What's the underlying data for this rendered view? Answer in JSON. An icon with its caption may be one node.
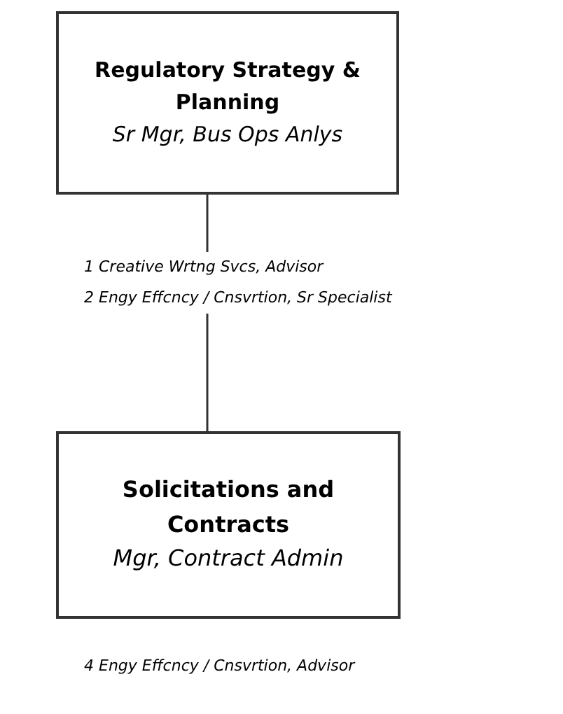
{
  "diagram": {
    "nodes": [
      {
        "text": [
          "Regulatory Strategy & Planning",
          "Sr Mgr, Bus Ops Anlys"
        ],
        "beside": [
          "1 Creative Wrtng Svcs, Advisor",
          "2 Engy Effcncy / Cnsvrtion, Sr Specialist"
        ]
      },
      {
        "text": [
          "Solicitations and Contracts",
          "Mgr, Contract Admin"
        ],
        "beside": [
          "4 Engy Effcncy / Cnsvrtion, Advisor"
        ]
      }
    ],
    "edges": [
      {
        "from": 0,
        "to": 1,
        "arrow": "none"
      }
    ]
  }
}
